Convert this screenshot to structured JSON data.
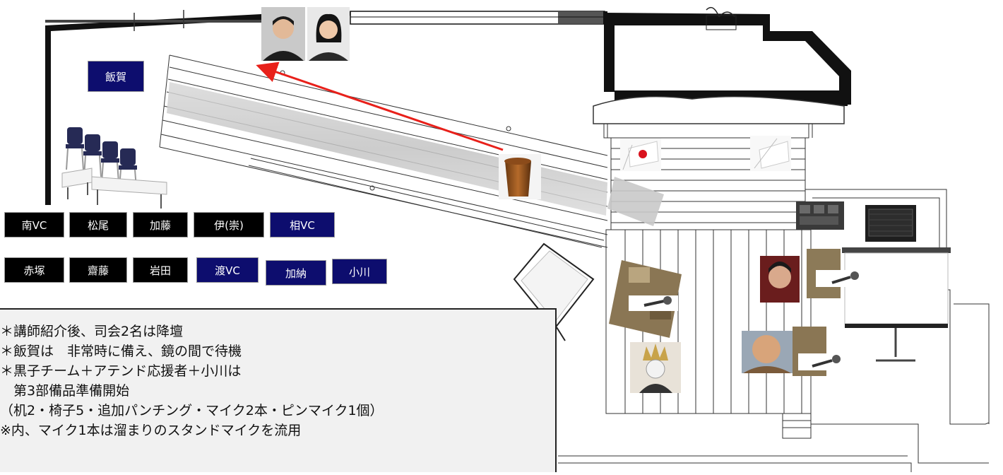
{
  "labels": {
    "iiga": "飯賀",
    "row1": [
      "南VC",
      "松尾",
      "加藤",
      "伊(崇)",
      "相VC"
    ],
    "row2": [
      "赤塚",
      "齋藤",
      "岩田",
      "渡VC",
      "加納",
      "小川"
    ]
  },
  "notes": [
    "＊講師紹介後、司会2名は降壇",
    "＊飯賀は　非常時に備え、鏡の間で待機",
    "＊黒子チーム＋アテンド応援者＋小川は",
    "　第3部備品準備開始",
    "（机2・椅子5・追加パンチング・マイク2本・ピンマイク1個）",
    "※内、マイク1本は溜まりのスタンドマイクを流用"
  ],
  "colors": {
    "black_tag": "#000000",
    "navy_tag": "#0d0d6e",
    "arrow": "#e8201a",
    "wall": "#111111",
    "note_bg": "#f1f1f1"
  },
  "icons": [
    "mic-icon",
    "podium-icon",
    "flag-japan-icon",
    "flag-jdt-icon",
    "amplifier-icon",
    "projector-screen-icon",
    "chair-icon",
    "table-icon",
    "mirror-stand-icon"
  ]
}
